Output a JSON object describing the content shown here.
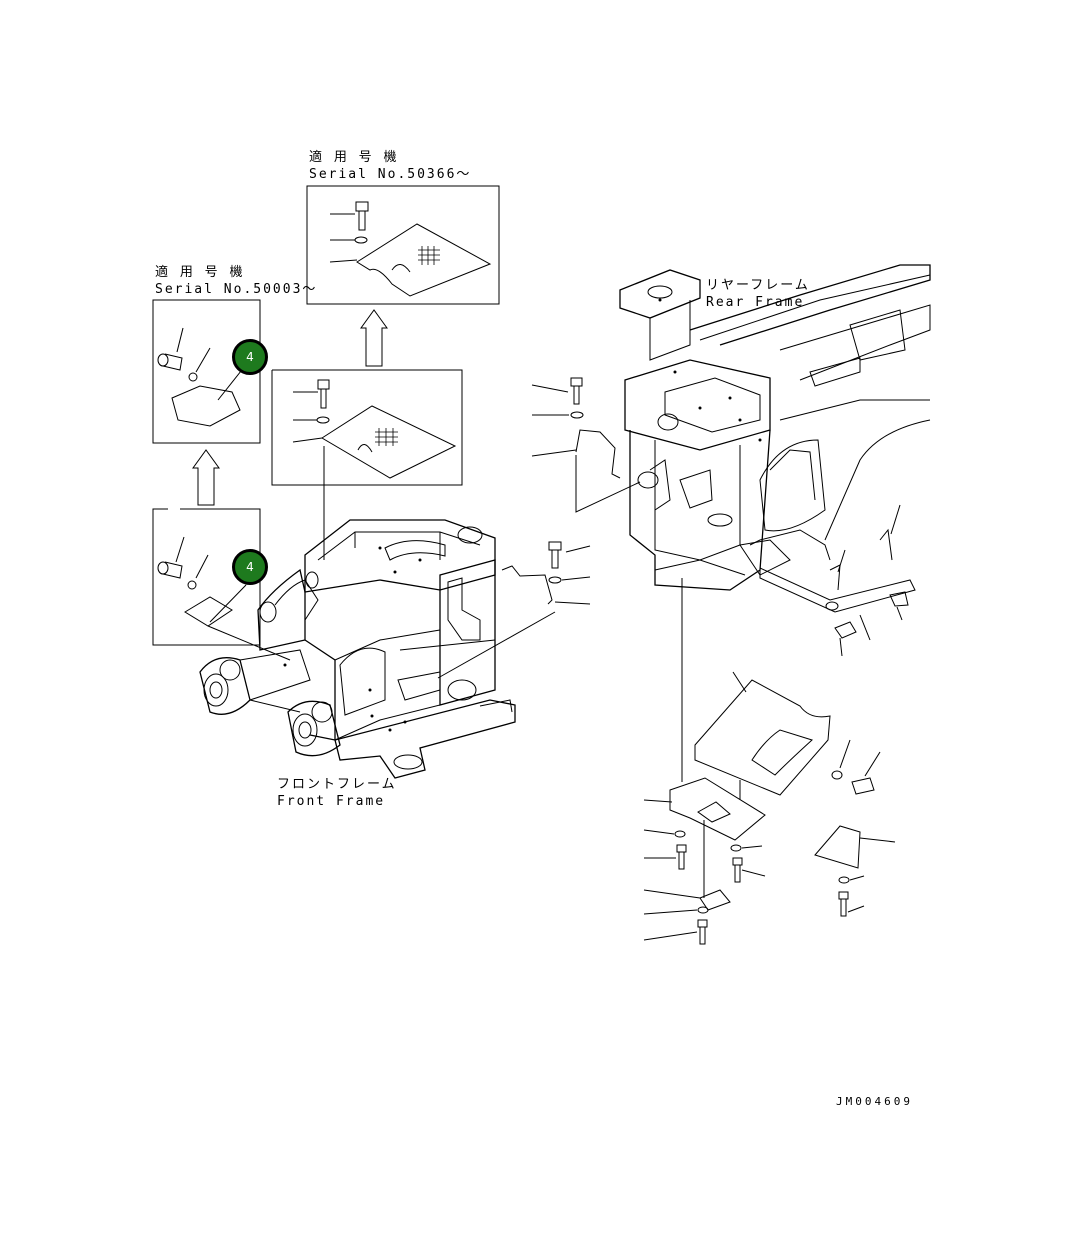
{
  "insets": {
    "upper": {
      "label_jp": "適 用 号 機",
      "label_serial": "Serial No.50366～"
    },
    "left": {
      "label_jp": "適 用 号 機",
      "label_serial": "Serial No.50003～"
    }
  },
  "frames": {
    "rear": {
      "label_jp": "リヤーフレーム",
      "label_en": "Rear Frame"
    },
    "front": {
      "label_jp": "フロントフレーム",
      "label_en": "Front Frame"
    }
  },
  "callouts": [
    {
      "number": "4",
      "color": "#1e7a1e"
    },
    {
      "number": "4",
      "color": "#1e7a1e"
    }
  ],
  "drawing_id": "JM004609"
}
